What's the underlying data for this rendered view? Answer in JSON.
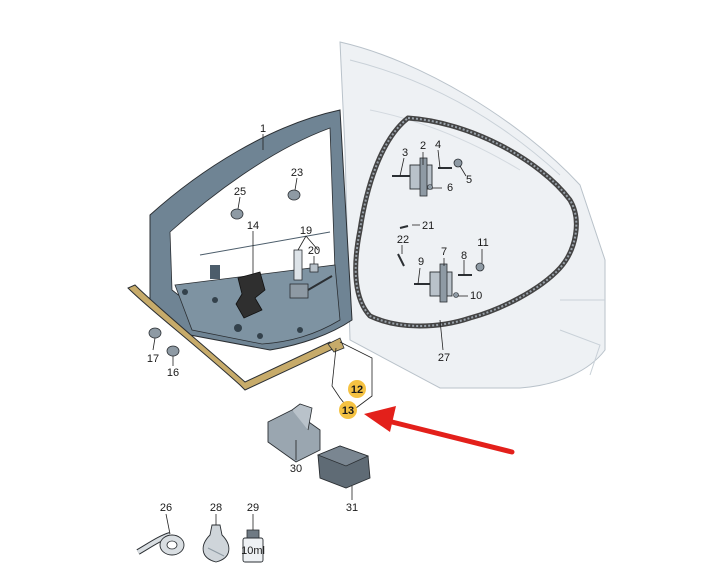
{
  "colors": {
    "door": "#6f8494",
    "door_dark": "#4c5d6b",
    "body_shell": "#e9edf1",
    "seal": "#c7ab6a",
    "highlight": "#f5c242",
    "arrow": "#e3201b"
  },
  "callouts": {
    "c1": "1",
    "c2": "2",
    "c3": "3",
    "c4": "4",
    "c5": "5",
    "c6": "6",
    "c7": "7",
    "c8": "8",
    "c9": "9",
    "c10": "10",
    "c11": "11",
    "c12": "12",
    "c13": "13",
    "c14": "14",
    "c16": "16",
    "c17": "17",
    "c19": "19",
    "c20": "20",
    "c21": "21",
    "c22": "22",
    "c23": "23",
    "c25": "25",
    "c26": "26",
    "c27": "27",
    "c28": "28",
    "c29": "29",
    "c30": "30",
    "c31": "31"
  },
  "bottle_label": "10ml",
  "icons": [
    "tape-roll-icon",
    "grease-bag-icon",
    "bottle-icon",
    "red-arrow-icon"
  ]
}
